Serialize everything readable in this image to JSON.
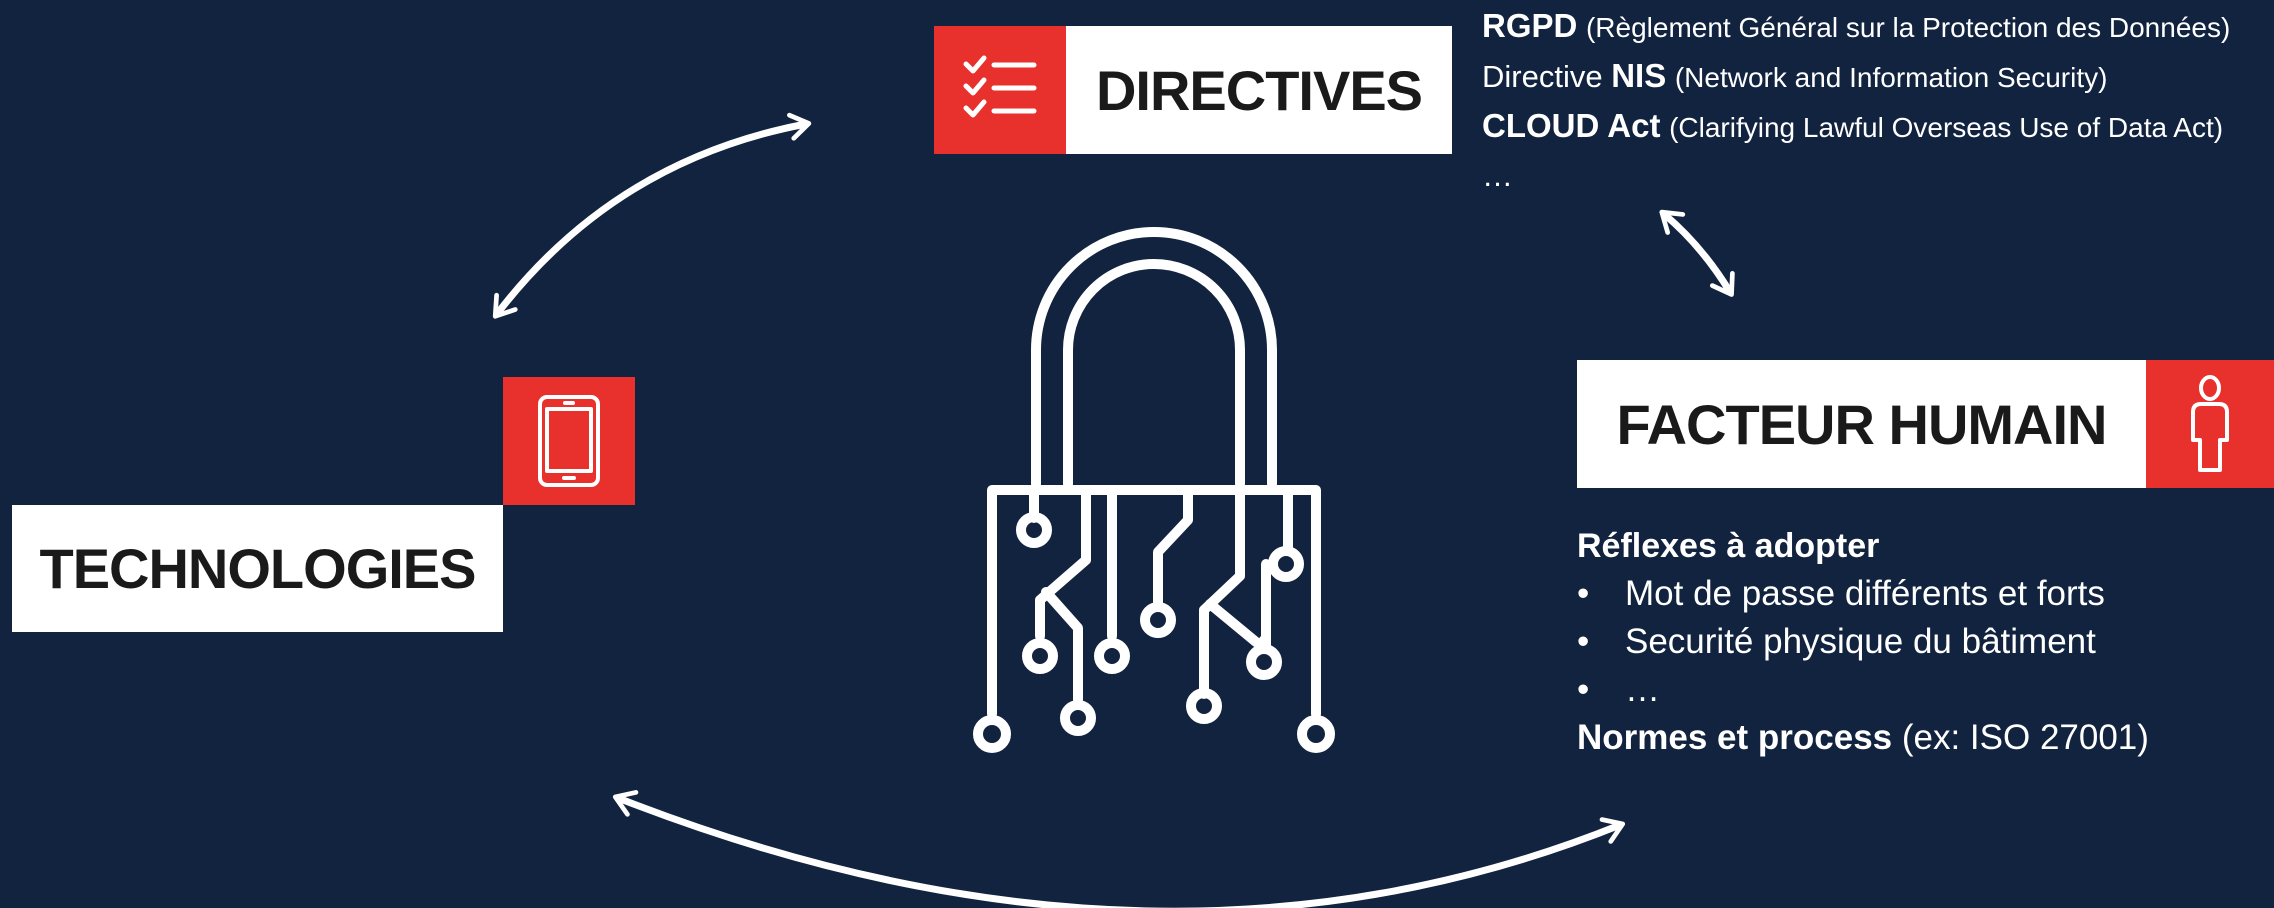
{
  "colors": {
    "background": "#12233f",
    "accent": "#e8302d",
    "card": "#ffffff",
    "card_text": "#1a1a1a",
    "line": "#ffffff"
  },
  "directives": {
    "title": "DIRECTIVES",
    "icon": "checklist-icon",
    "items": [
      {
        "bold": "RGPD",
        "detail": "(Règlement Général sur la Protection des Données)"
      },
      {
        "prefix": "Directive ",
        "bold": "NIS",
        "detail": "(Network and Information Security)"
      },
      {
        "bold": "CLOUD Act",
        "detail": "(Clarifying Lawful Overseas Use of Data Act)"
      }
    ],
    "ellipsis": "…"
  },
  "technologies": {
    "title": "TECHNOLOGIES",
    "icon": "tablet-icon"
  },
  "facteur_humain": {
    "title": "FACTEUR HUMAIN",
    "icon": "person-icon",
    "heading": "Réflexes à adopter",
    "bullets": [
      "Mot de passe différents et forts",
      "Securité physique du bâtiment",
      "…"
    ],
    "bullet_symbol": "•",
    "normes_bold": "Normes et process",
    "normes_rest": " (ex: ISO 27001)"
  },
  "center_icon": "circuit-padlock-icon",
  "connectors": [
    "arrow-technologies-directives",
    "arrow-directives-facteur-humain",
    "arrow-technologies-facteur-humain"
  ]
}
